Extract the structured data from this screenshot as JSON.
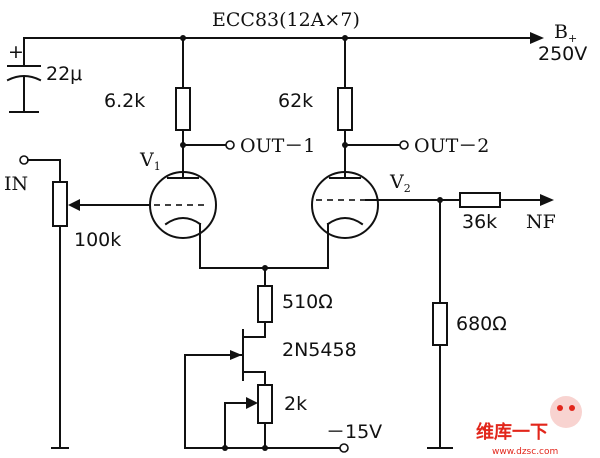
{
  "labels": {
    "tube_type": "ECC83(12A×7)",
    "supply_name": "B",
    "supply_sub": "+",
    "supply_voltage": "250V",
    "cap_value": "22μ",
    "cap_plus": "+",
    "r_plate1": "6.2k",
    "r_plate2": "62k",
    "out1": "OUT－1",
    "out2": "OUT－2",
    "v1": "V",
    "v1_sub": "1",
    "v2": "V",
    "v2_sub": "2",
    "input": "IN",
    "pot_in": "100k",
    "r_series": "36k",
    "output": "NF",
    "r_cathode": "510Ω",
    "jfet": "2N5458",
    "r_shunt": "680Ω",
    "pot_src": "2k",
    "neg_supply": "－15V"
  },
  "watermark": {
    "brand": "维库一下",
    "url": "www.dzsc.com",
    "color": "#e2261b"
  }
}
